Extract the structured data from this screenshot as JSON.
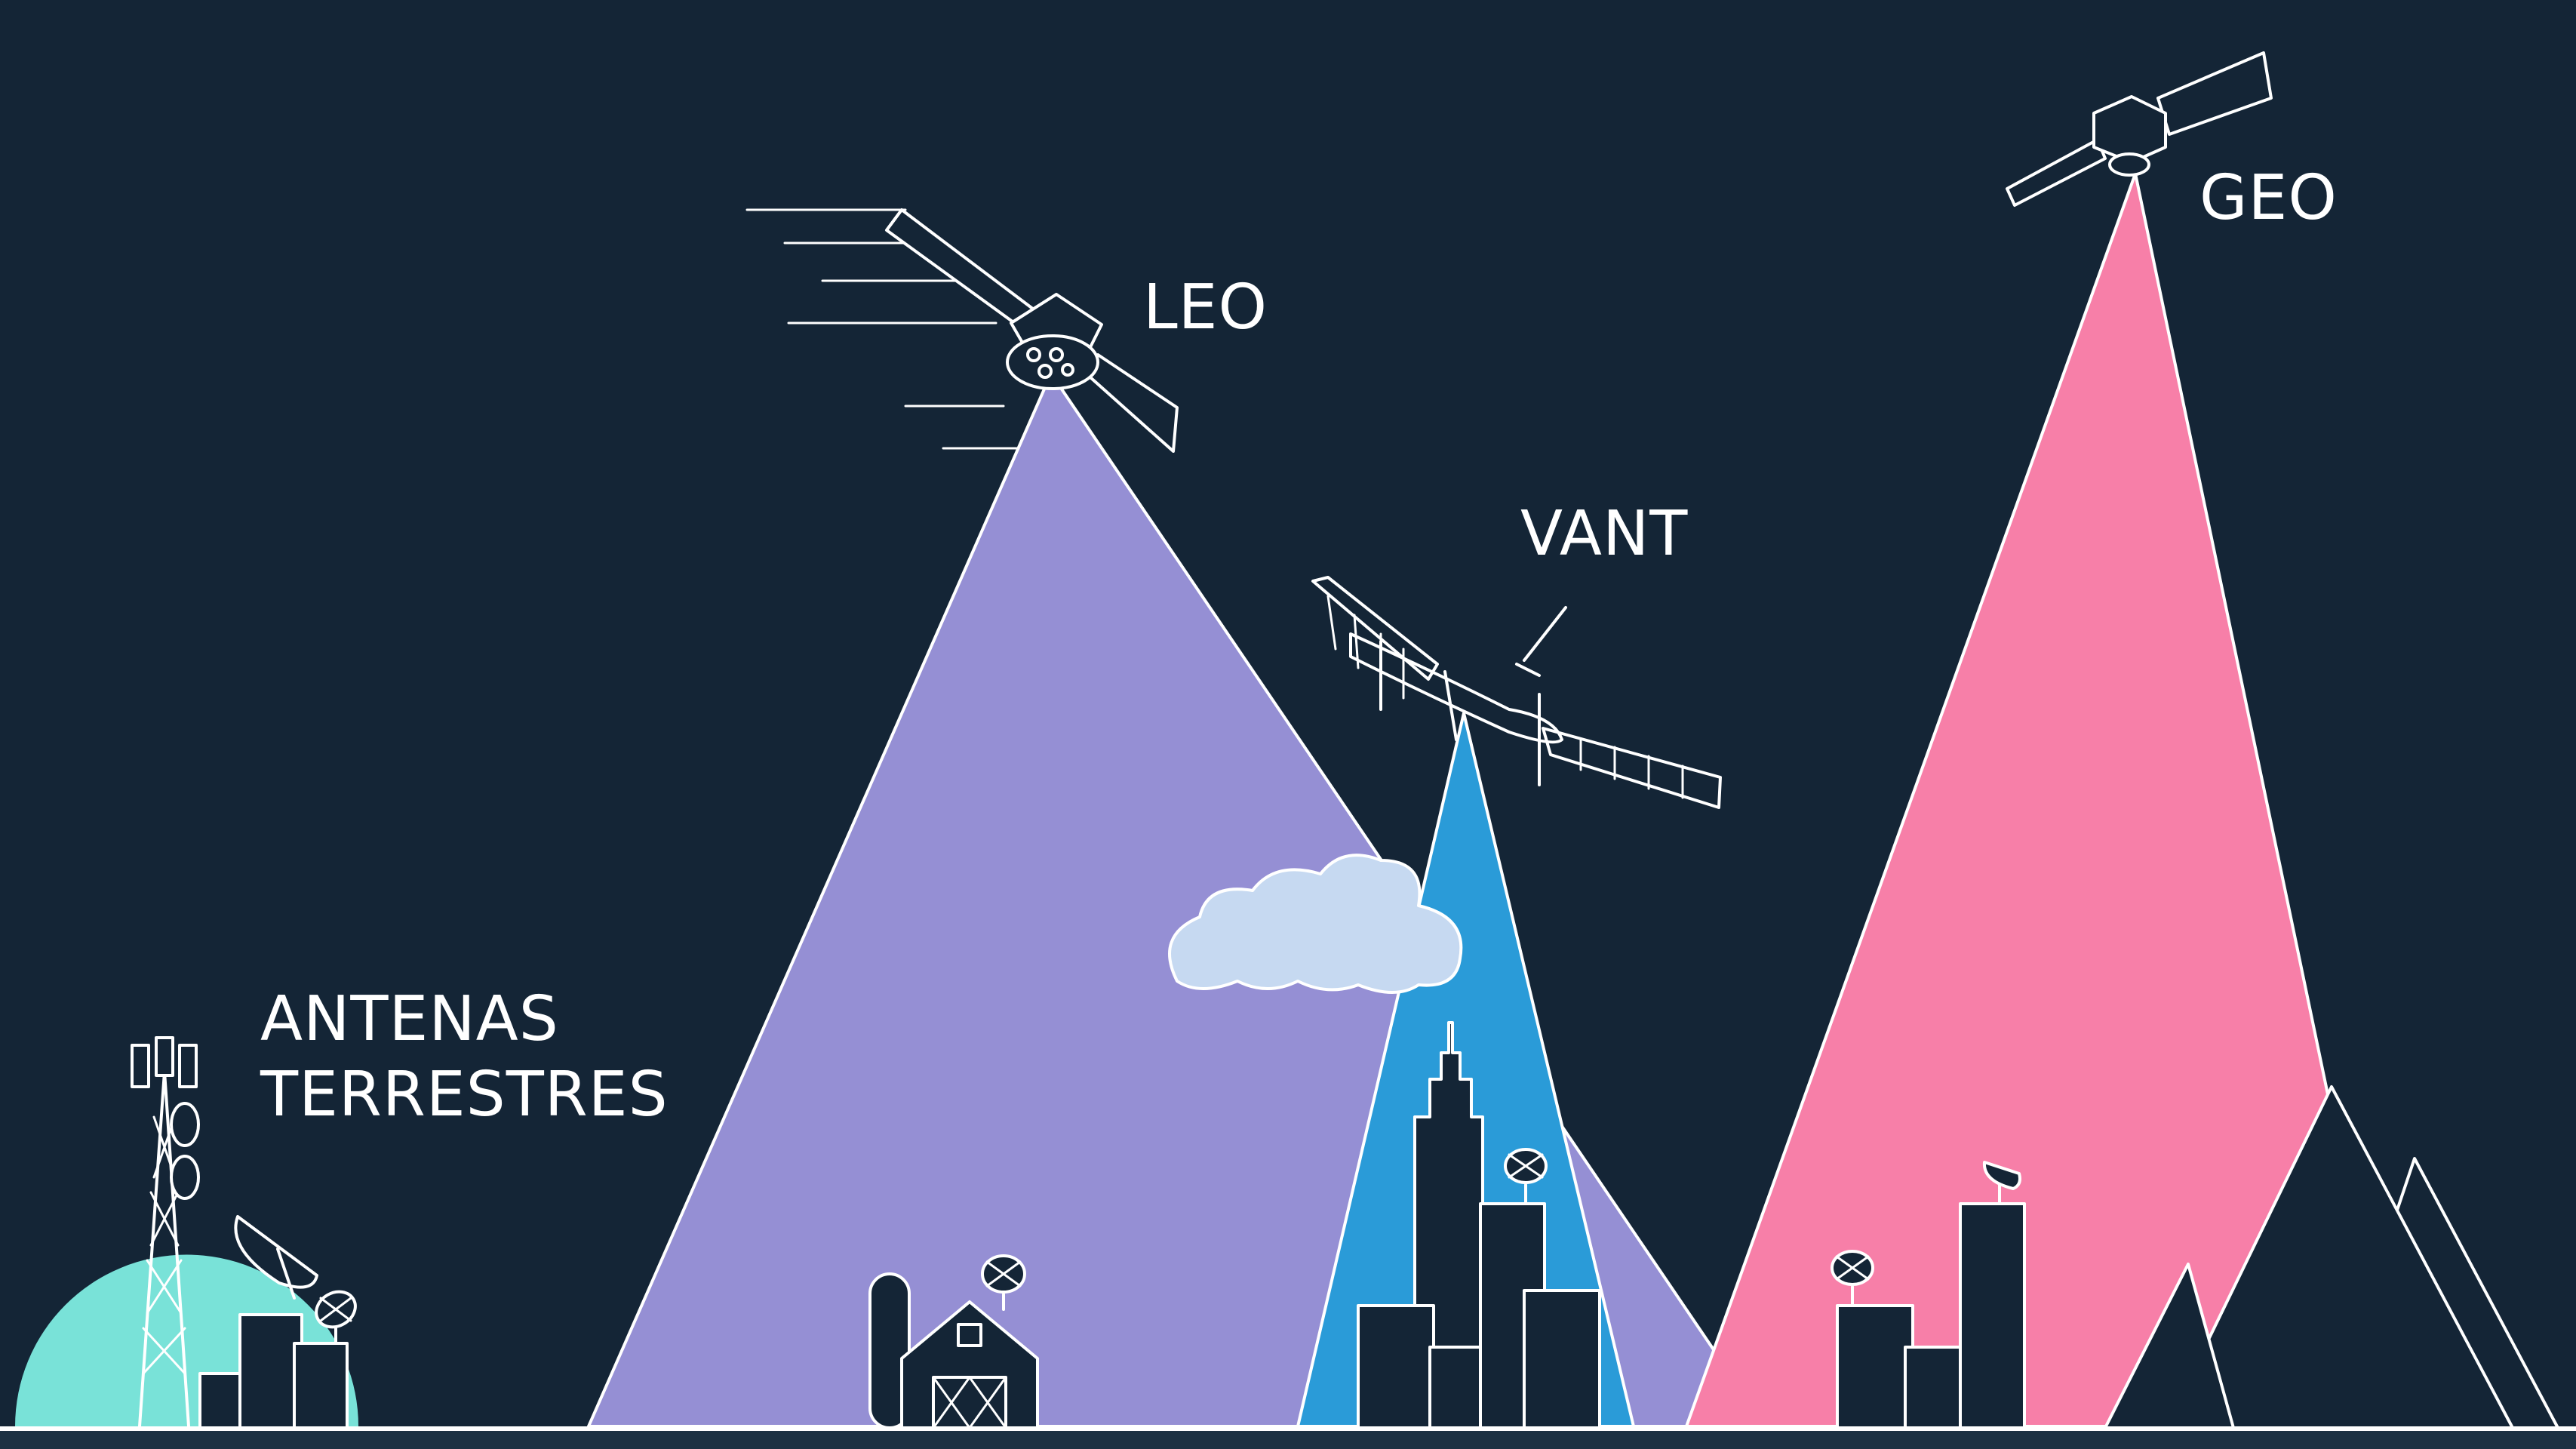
{
  "labels": {
    "leo": "LEO",
    "geo": "GEO",
    "vant": "VANT",
    "antenas_line1": "ANTENAS",
    "antenas_line2": "TERRESTRES"
  },
  "colors": {
    "background": "#142536",
    "leo_beam": "#958fd4",
    "vant_beam": "#2a9bd8",
    "geo_beam": "#f77fa8",
    "terrestrial_dome": "#79e2d8",
    "cloud": "#c6d9f1",
    "outline": "#ffffff"
  },
  "icons": {
    "leo_satellite": "satellite-icon",
    "geo_satellite": "satellite-icon",
    "uav": "solar-plane-icon",
    "tower": "cell-tower-icon",
    "dish": "satellite-dish-icon",
    "barn": "barn-icon",
    "skyscraper": "skyscraper-icon",
    "mountains": "mountain-icon",
    "cloud": "cloud-icon"
  }
}
